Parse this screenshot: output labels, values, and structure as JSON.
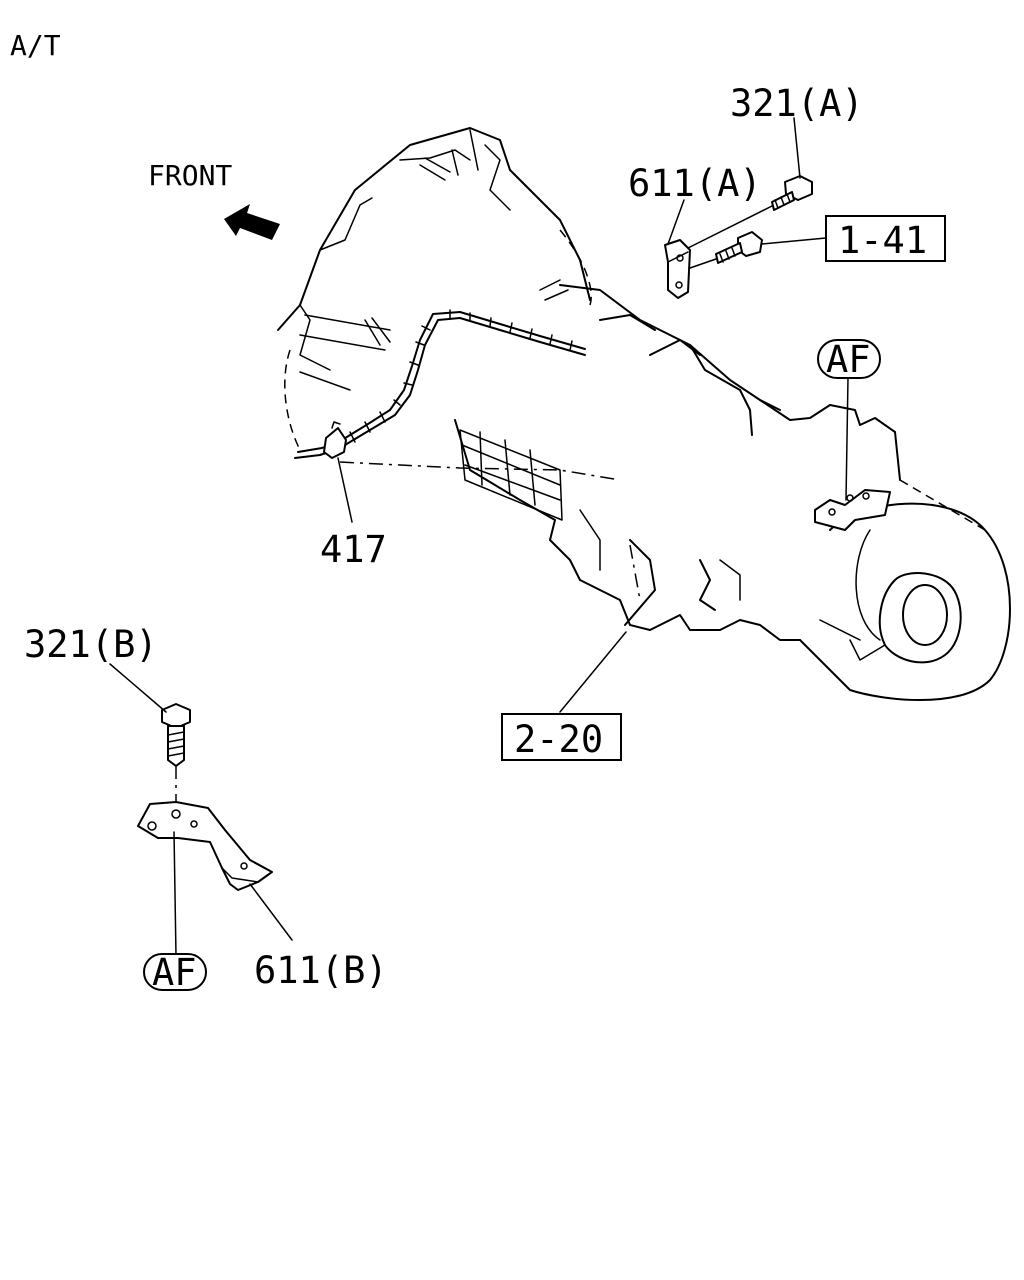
{
  "header": {
    "variant": "A/T"
  },
  "direction": {
    "label": "FRONT",
    "arrow_icon": "front-arrow-icon"
  },
  "parts": {
    "bolt_upper": "321(A)",
    "bracket_upper": "611(A)",
    "ref_upper": "1-41",
    "clip": "417",
    "ref_transmission": "2-20",
    "bolt_lower": "321(B)",
    "bracket_lower": "611(B)"
  },
  "markers": {
    "upper": "AF",
    "lower": "AF"
  }
}
